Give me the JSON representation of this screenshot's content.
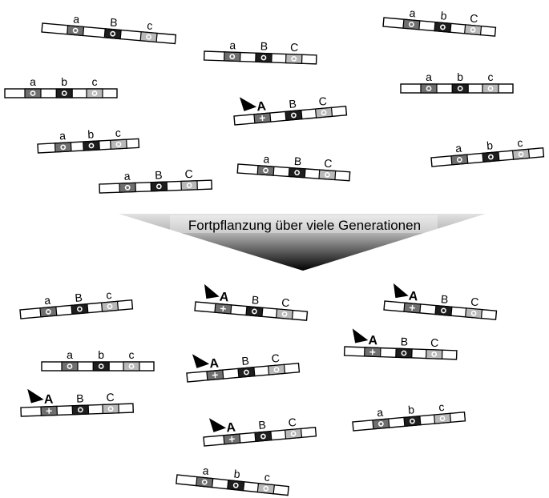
{
  "banner": {
    "text": "Fortpflanzung über viele Generationen"
  },
  "colors": {
    "locus_a": "#6f6f6f",
    "locus_b": "#1e1e1e",
    "locus_c": "#b9b9b9",
    "mutant_marker": "#000000",
    "banner_dark": "#000000",
    "banner_light": "#d8d8d8"
  },
  "chromosomes_before": [
    {
      "labels": [
        "a",
        "B",
        "c"
      ],
      "mutant": false
    },
    {
      "labels": [
        "a",
        "b",
        "c"
      ],
      "mutant": false
    },
    {
      "labels": [
        "a",
        "B",
        "C"
      ],
      "mutant": false
    },
    {
      "labels": [
        "a",
        "b",
        "c"
      ],
      "mutant": false
    },
    {
      "labels": [
        "a",
        "B",
        "C"
      ],
      "mutant": false
    },
    {
      "labels": [
        "A",
        "B",
        "C"
      ],
      "mutant": true
    },
    {
      "labels": [
        "a",
        "b",
        "C"
      ],
      "mutant": false
    },
    {
      "labels": [
        "a",
        "b",
        "c"
      ],
      "mutant": false
    },
    {
      "labels": [
        "a",
        "B",
        "C"
      ],
      "mutant": false
    },
    {
      "labels": [
        "a",
        "b",
        "c"
      ],
      "mutant": false
    }
  ],
  "chromosomes_after": [
    {
      "labels": [
        "a",
        "B",
        "c"
      ],
      "mutant": false
    },
    {
      "labels": [
        "A",
        "B",
        "C"
      ],
      "mutant": true
    },
    {
      "labels": [
        "A",
        "B",
        "C"
      ],
      "mutant": true
    },
    {
      "labels": [
        "A",
        "B",
        "C"
      ],
      "mutant": true
    },
    {
      "labels": [
        "a",
        "b",
        "c"
      ],
      "mutant": false
    },
    {
      "labels": [
        "A",
        "B",
        "C"
      ],
      "mutant": true
    },
    {
      "labels": [
        "A",
        "B",
        "C"
      ],
      "mutant": true
    },
    {
      "labels": [
        "a",
        "b",
        "c"
      ],
      "mutant": false
    },
    {
      "labels": [
        "A",
        "B",
        "C"
      ],
      "mutant": true
    },
    {
      "labels": [
        "a",
        "b",
        "c"
      ],
      "mutant": false
    }
  ]
}
